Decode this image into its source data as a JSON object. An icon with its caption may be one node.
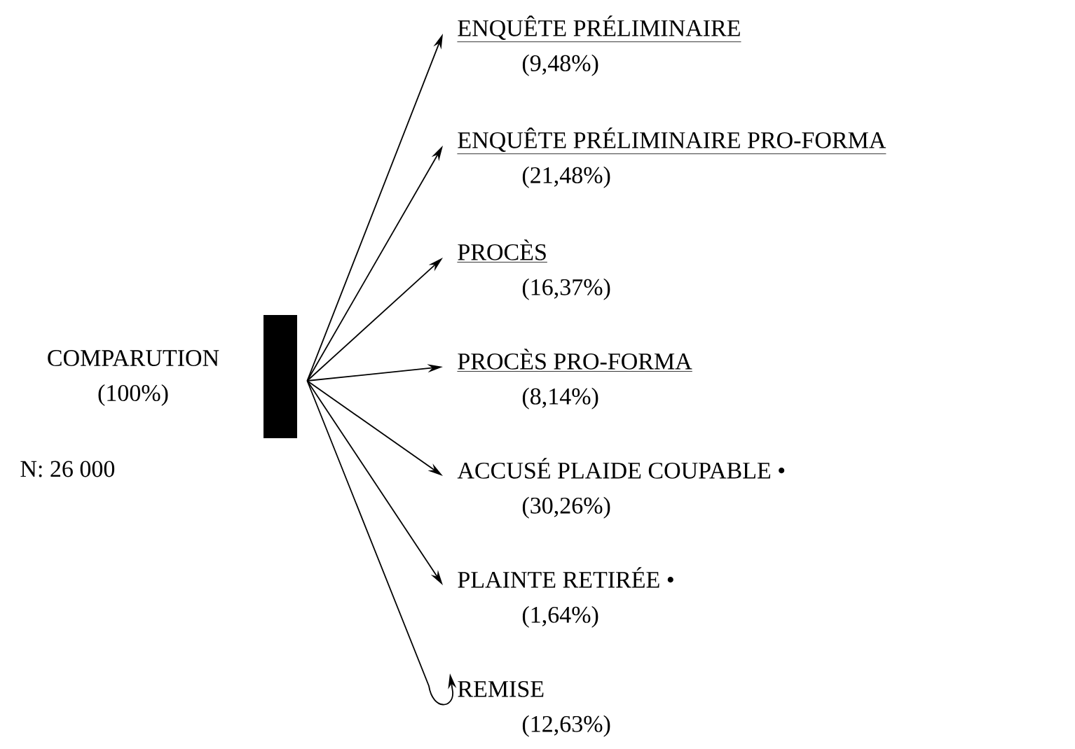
{
  "diagram": {
    "nodes": [
      {
        "text": [],
        "shape": "bar",
        "beside": [
          "COMPARUTION",
          "(100%)"
        ]
      },
      {
        "text": [
          "ENQUÊTE PRÉLIMINAIRE",
          "(9,48%)"
        ]
      },
      {
        "text": [
          "ENQUÊTE PRÉLIMINAIRE PRO-FORMA",
          "(21,48%)"
        ]
      },
      {
        "text": [
          "PROCÈS",
          "(16,37%)"
        ]
      },
      {
        "text": [
          "PROCÈS PRO-FORMA",
          "(8,14%)"
        ]
      },
      {
        "text": [
          "ACCUSÉ PLAIDE COUPABLE •",
          "(30,26%)"
        ]
      },
      {
        "text": [
          "PLAINTE RETIRÉE •",
          "(1,64%)"
        ]
      },
      {
        "text": [
          "REMISE",
          "(12,63%)"
        ]
      }
    ],
    "edges": [
      {
        "from": 0,
        "to": 1,
        "arrow": "to"
      },
      {
        "from": 0,
        "to": 2,
        "arrow": "to"
      },
      {
        "from": 0,
        "to": 3,
        "arrow": "to"
      },
      {
        "from": 0,
        "to": 4,
        "arrow": "to"
      },
      {
        "from": 0,
        "to": 5,
        "arrow": "to"
      },
      {
        "from": 0,
        "to": 6,
        "arrow": "to"
      },
      {
        "from": 0,
        "to": 7,
        "arrow": "to"
      }
    ],
    "labels": [
      "N: 26 000"
    ]
  }
}
